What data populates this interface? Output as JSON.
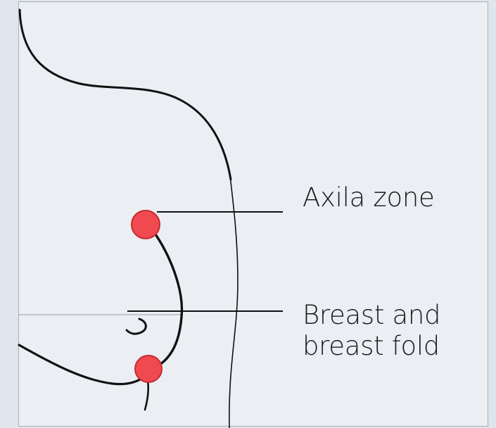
{
  "labels": {
    "axila": "Axila zone",
    "breast_line1": "Breast and",
    "breast_line2": "breast fold"
  },
  "colors": {
    "marker_fill": "#f04a50",
    "marker_stroke": "#c42a30",
    "outline": "#111111",
    "panel_background": "#ebeff3"
  }
}
